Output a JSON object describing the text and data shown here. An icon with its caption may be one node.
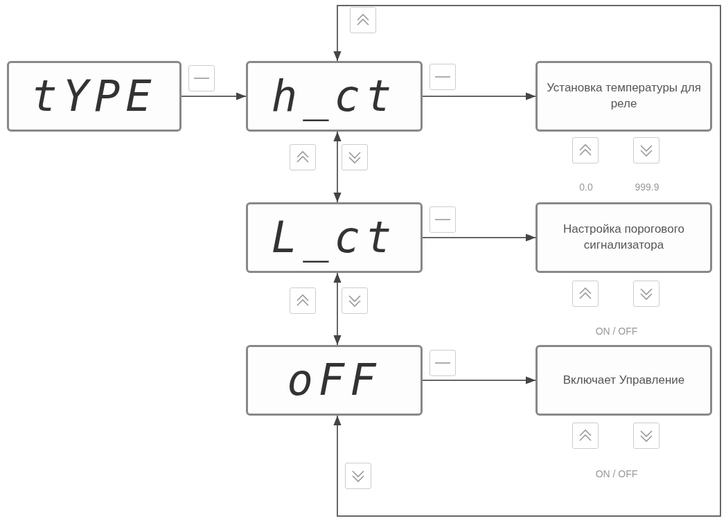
{
  "diagram": {
    "nodes": [
      {
        "text": [
          "tYPE"
        ]
      },
      {
        "text": [
          "h_ct"
        ]
      },
      {
        "text": [
          "L_ct"
        ]
      },
      {
        "text": [
          "oFF"
        ]
      },
      {
        "text": [
          "Установка температуры для реле"
        ]
      },
      {
        "text": [
          "Настройка порогового сигнализатора"
        ]
      },
      {
        "text": [
          "Включает Управление"
        ]
      }
    ],
    "edges": [
      {
        "from": 0,
        "to": 1,
        "arrow": "to"
      },
      {
        "from": 1,
        "to": 4,
        "arrow": "to"
      },
      {
        "from": 1,
        "to": 2,
        "arrow": "both"
      },
      {
        "from": 2,
        "to": 5,
        "arrow": "to"
      },
      {
        "from": 2,
        "to": 3,
        "arrow": "both"
      },
      {
        "from": 3,
        "to": 6,
        "arrow": "to"
      },
      {
        "from": 3,
        "to": 1,
        "arrow": "both"
      }
    ],
    "labels": [
      "0.0",
      "999.9",
      "ON / OFF",
      "ON / OFF"
    ]
  }
}
